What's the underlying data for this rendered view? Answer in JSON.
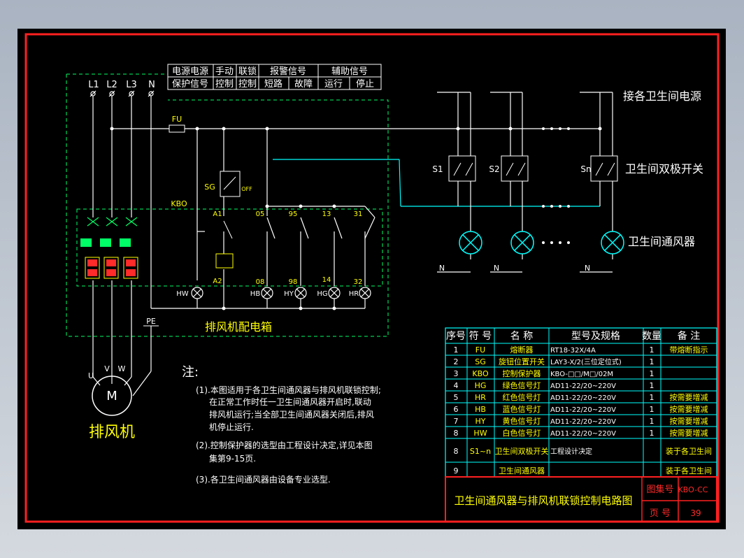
{
  "colors": {
    "background": "#000000",
    "frame": "#ff0000",
    "wire_power": "#ffffff",
    "wire_control": "#00ffff",
    "box_dashed": "#00ff00",
    "label_yellow": "#ffff00",
    "label_white": "#ffffff",
    "label_cyan": "#00ffff"
  },
  "signal_table": {
    "row1": [
      "电源电源",
      "手动",
      "联锁",
      "报警信号",
      "辅助信号"
    ],
    "row2": [
      "保护信号",
      "控制",
      "控制",
      "短路",
      "故障",
      "运行",
      "停止"
    ]
  },
  "supply": {
    "phases": [
      "L1",
      "L2",
      "L3",
      "N"
    ],
    "fuse": "FU",
    "selector": "SG",
    "selector_off": "OFF",
    "protector": "KBO",
    "pe": "PE"
  },
  "terminals": [
    "A1",
    "05",
    "95",
    "13",
    "31",
    "A2",
    "08",
    "98",
    "14",
    "32"
  ],
  "lamps": [
    "HW",
    "HB",
    "HY",
    "HG",
    "HR"
  ],
  "box_label": "排风机配电箱",
  "motor": {
    "symbol": "M",
    "terminals": [
      "U",
      "V",
      "W"
    ],
    "label": "排风机"
  },
  "right_side": {
    "power_label": "接各卫生间电源",
    "switch_label": "卫生间双极开关",
    "fan_label": "卫生间通风器",
    "switches": [
      "S1",
      "S2",
      "Sn"
    ],
    "neutral": "N"
  },
  "notes": {
    "title": "注:",
    "lines": [
      "(1).本图适用于各卫生间通风器与排风机联锁控制;",
      "在正常工作时任一卫生间通风器开启时,联动",
      "排风机运行;当全部卫生间通风器关闭后,排风",
      "机停止运行.",
      "(2).控制保护器的选型由工程设计决定,详见本图",
      "集第9-15页.",
      "(3).各卫生间通风器由设备专业选型."
    ]
  },
  "parts_table": {
    "headers": [
      "序号",
      "符 号",
      "名 称",
      "型号及规格",
      "数量",
      "备 注"
    ],
    "rows": [
      [
        "1",
        "FU",
        "熔断器",
        "RT18-32X/4A",
        "1",
        "带熔断指示"
      ],
      [
        "2",
        "SG",
        "旋钮位置开关",
        "LAY3-X/2(三位定位式)",
        "1",
        ""
      ],
      [
        "3",
        "KBO",
        "控制保护器",
        "KBO-□□/M□/02M",
        "1",
        ""
      ],
      [
        "4",
        "HG",
        "绿色信号灯",
        "AD11-22/20~220V",
        "1",
        ""
      ],
      [
        "5",
        "HR",
        "红色信号灯",
        "AD11-22/20~220V",
        "1",
        "按需要增减"
      ],
      [
        "6",
        "HB",
        "蓝色信号灯",
        "AD11-22/20~220V",
        "1",
        "按需要增减"
      ],
      [
        "7",
        "HY",
        "黄色信号灯",
        "AD11-22/20~220V",
        "1",
        "按需要增减"
      ],
      [
        "8",
        "HW",
        "白色信号灯",
        "AD11-22/20~220V",
        "1",
        "按需要增减"
      ],
      [
        "8",
        "S1~n",
        "卫生间双极开关",
        "工程设计决定",
        "",
        "装于各卫生间"
      ],
      [
        "9",
        "",
        "卫生间通风器",
        "",
        "",
        "装于各卫生间"
      ]
    ]
  },
  "title_block": {
    "title": "卫生间通风器与排风机联锁控制电路图",
    "atlas_label": "图集号",
    "atlas_value": "KBO-CC",
    "page_label": "页 号",
    "page_value": "39"
  }
}
